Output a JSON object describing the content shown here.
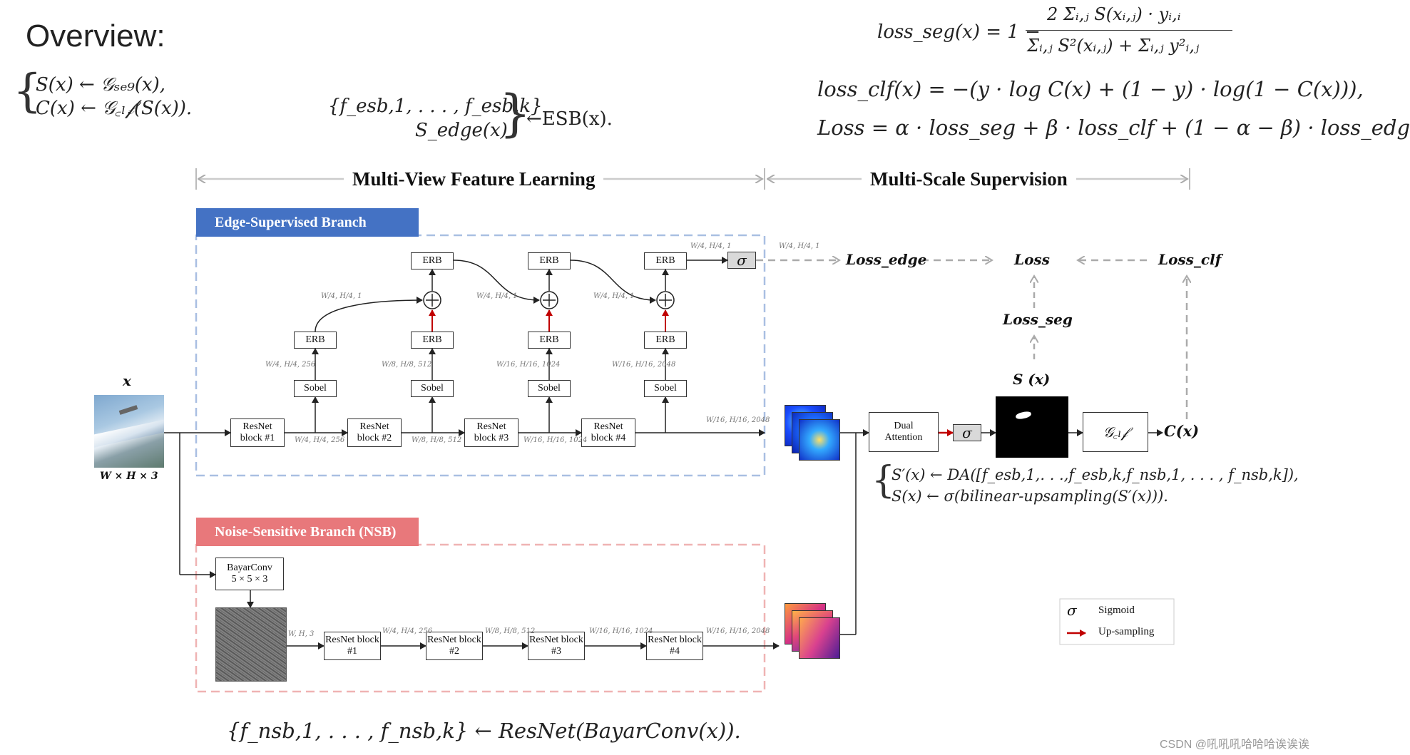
{
  "title": "Overview:",
  "formulas": {
    "gen_s": "S(x)  ← 𝒢ₛₑ₉(x),",
    "gen_c": "C(x)  ← 𝒢꜀ₗ𝒻(S(x)).",
    "esb_top": "{f_esb,1, . . . , f_esb,k}",
    "esb_bottom": "S_edge(x)",
    "esb_right": "←ESB(x).",
    "loss_seg_lhs": "loss_seg(x) = 1 −",
    "loss_seg_num": "2 Σᵢ,ⱼ S(xᵢ,ⱼ) · yᵢ,ᵢ",
    "loss_seg_den": "Σᵢ,ⱼ S²(xᵢ,ⱼ) + Σᵢ,ⱼ y²ᵢ,ⱼ",
    "loss_clf": "loss_clf(x) = −(y · log C(x) + (1 − y) · log(1 − C(x))),",
    "loss_total": "Loss = α · loss_seg + β · loss_clf + (1 − α − β) · loss_edg",
    "da_line1": "S′(x) ← DA([f_esb,1,. . .,f_esb,k,f_nsb,1, . . . , f_nsb,k]),",
    "da_line2": "S(x) ← σ(bilinear-upsampling(S′(x))).",
    "nsb_bottom": "{f_nsb,1, . . . , f_nsb,k} ← ResNet(BayarConv(x))."
  },
  "sections": {
    "left": "Multi-View Feature Learning",
    "right": "Multi-Scale Supervision"
  },
  "branches": {
    "esb": "Edge-Supervised Branch (ESB)",
    "nsb": "Noise-Sensitive Branch (NSB)"
  },
  "colors": {
    "esb_title": "#4472c4",
    "esb_border": "#a9bfe2",
    "nsb_title": "#e8787b",
    "nsb_border": "#efb3b3",
    "arrow_red": "#c00000",
    "gray_arrow": "#aaaaaa"
  },
  "input": {
    "symbol": "x",
    "size": "W × H × 3"
  },
  "esb": {
    "resnet_blocks": [
      "ResNet block #1",
      "ResNet block #2",
      "ResNet block #3",
      "ResNet block #4"
    ],
    "sobel": "Sobel",
    "erb": "ERB",
    "dims_resnet": [
      "W/4, H/4, 256",
      "W/8, H/8, 512",
      "W/16, H/16, 1024",
      "W/16, H/16, 2048"
    ],
    "dims_sobel": [
      "W/4, H/4, 256",
      "W/8, H/8, 512",
      "W/16, H/16, 1024",
      "W/16, H/16, 2048"
    ],
    "dims_erb": [
      "W/4, H/4, 1",
      "W/4, H/4, 1",
      "W/4, H/4, 1"
    ],
    "dim_sigma_in": "W/4, H/4, 1",
    "dim_sigma_out": "W/4, H/4, 1",
    "sigma": "σ"
  },
  "nsb": {
    "bayar_line1": "BayarConv",
    "bayar_line2": "5 × 5 × 3",
    "resnet_blocks": [
      "ResNet block #1",
      "ResNet block #2",
      "ResNet block #3",
      "ResNet block #4"
    ],
    "dims": [
      "W, H, 3",
      "W/4, H/4, 256",
      "W/8, H/8, 512",
      "W/16, H/16, 1024",
      "W/16, H/16, 2048"
    ]
  },
  "head": {
    "dual_attention_1": "Dual",
    "dual_attention_2": "Attention",
    "sigma": "σ",
    "s_of_x": "S (x)",
    "g_clf": "𝒢꜀ₗ𝒻",
    "c_of_x": "C(x)"
  },
  "losses": {
    "edge": "Loss_edge",
    "total": "Loss",
    "clf": "Loss_clf",
    "seg": "Loss_seg"
  },
  "legend": {
    "sigma_symbol": "σ",
    "sigma_label": "Sigmoid",
    "up_label": "Up-sampling"
  },
  "watermark": "CSDN @吼吼吼哈哈哈诶诶诶"
}
